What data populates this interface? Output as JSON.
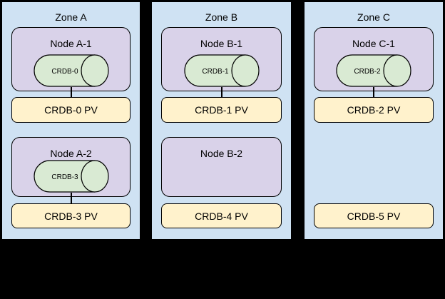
{
  "colors": {
    "background": "#000000",
    "zone-fill": "#cfe2f3",
    "node-fill": "#d9d2e9",
    "cylinder-fill": "#d9ead3",
    "pv-fill": "#fff2cc",
    "border": "#000000",
    "text": "#000000"
  },
  "zones": [
    {
      "label": "Zone A",
      "node1": {
        "label": "Node A-1",
        "cylinder": "CRDB-0"
      },
      "pv1": {
        "label": "CRDB-0 PV"
      },
      "node2": {
        "label": "Node A-2",
        "cylinder": "CRDB-3"
      },
      "pv2": {
        "label": "CRDB-3 PV"
      }
    },
    {
      "label": "Zone B",
      "node1": {
        "label": "Node B-1",
        "cylinder": "CRDB-1"
      },
      "pv1": {
        "label": "CRDB-1 PV"
      },
      "node2": {
        "label": "Node B-2"
      },
      "pv2": {
        "label": "CRDB-4 PV"
      }
    },
    {
      "label": "Zone C",
      "node1": {
        "label": "Node C-1",
        "cylinder": "CRDB-2"
      },
      "pv1": {
        "label": "CRDB-2 PV"
      },
      "pv2": {
        "label": "CRDB-5 PV"
      }
    }
  ]
}
